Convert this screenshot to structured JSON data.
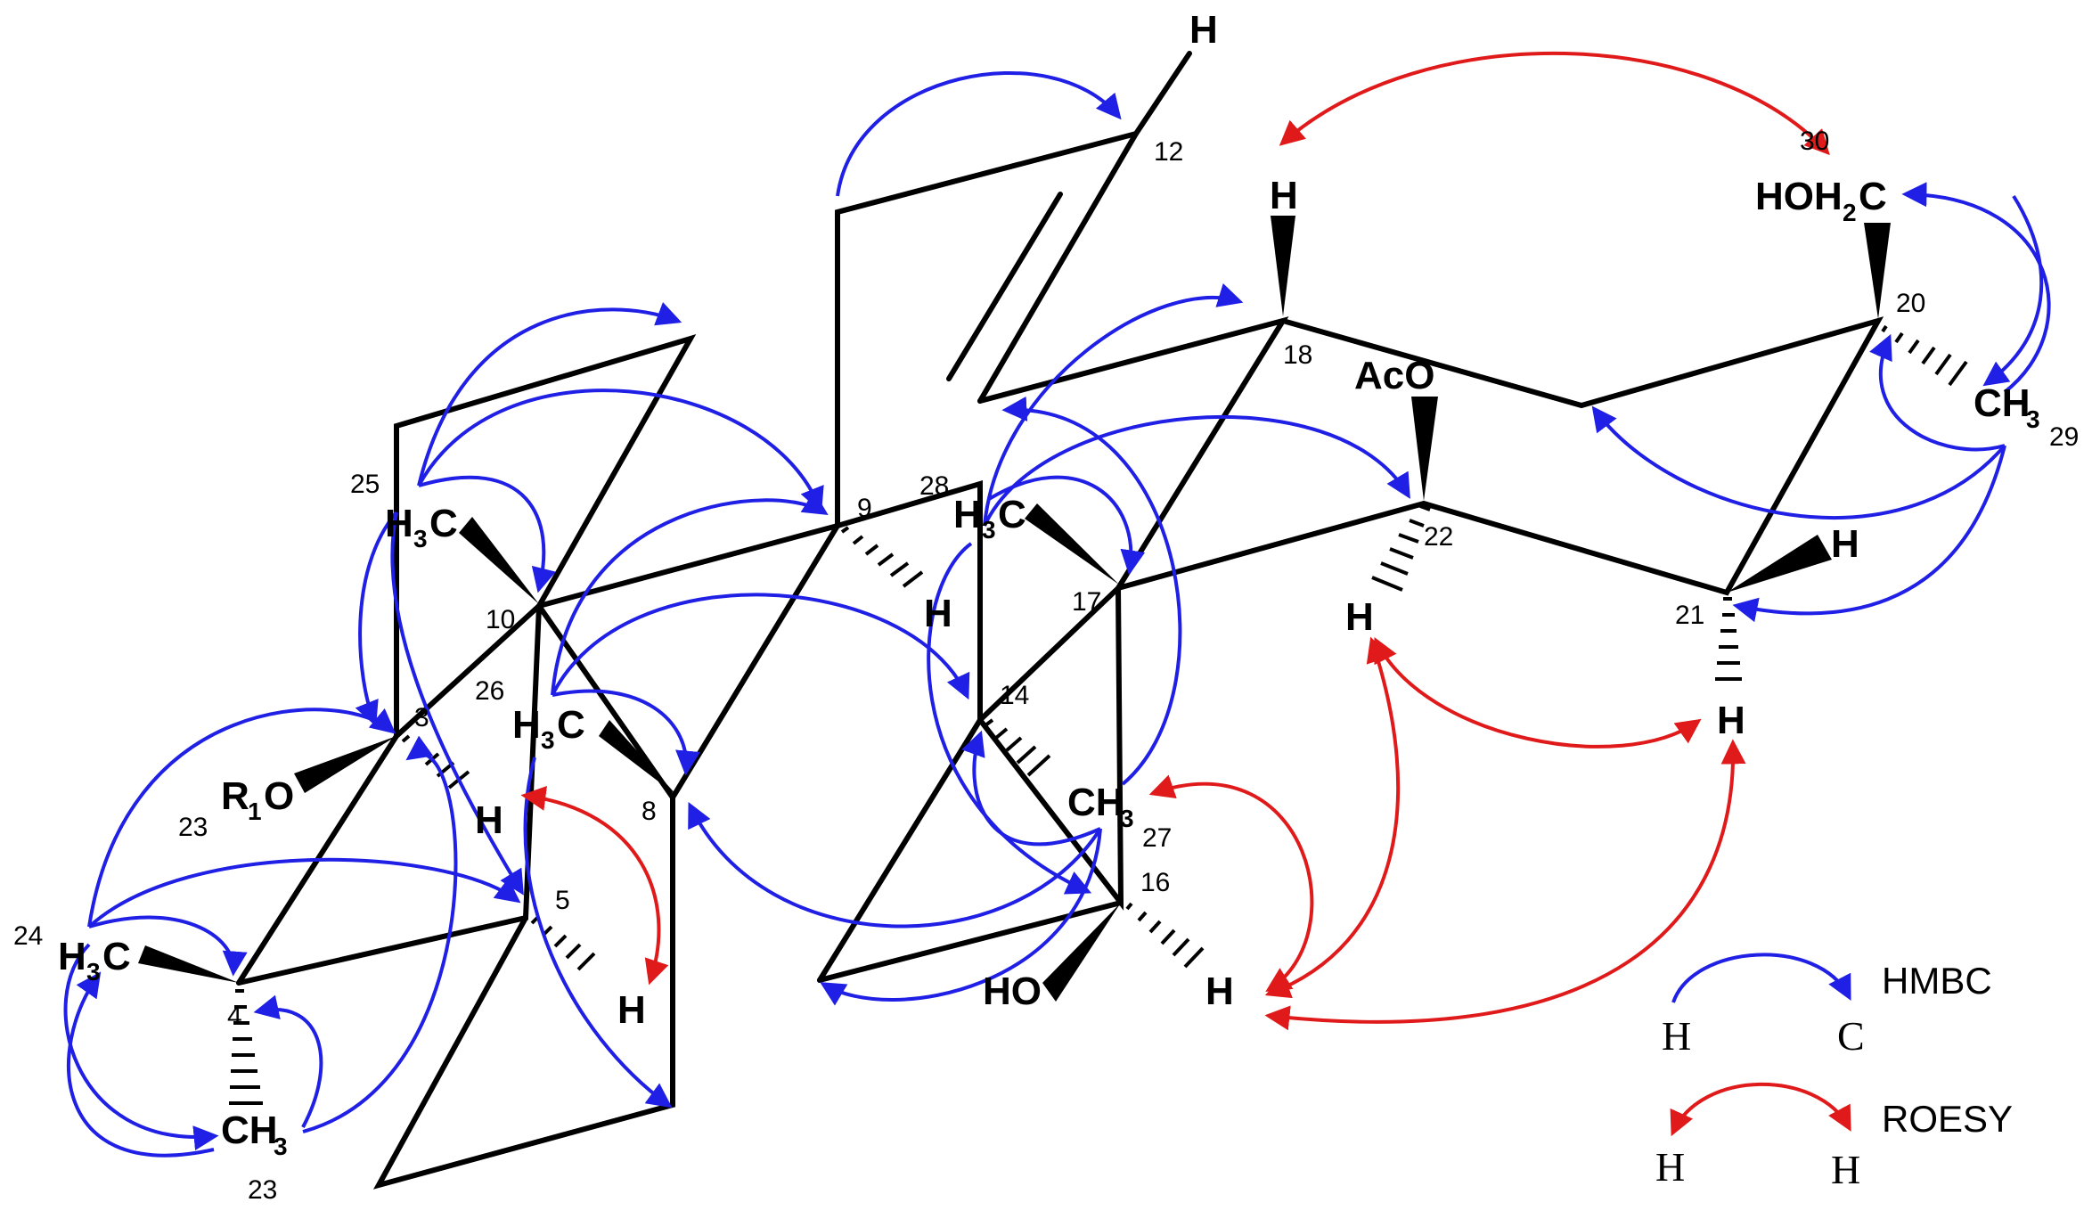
{
  "labels": {
    "h_top": "H",
    "h_18": "H",
    "hoh2c": "HOH",
    "hoh2c_sub": "2",
    "hoh2c_c": "C",
    "aco": "AcO",
    "ch3_29": "CH",
    "ch3_29_sub": "3",
    "h_21": "H",
    "h_22": "H",
    "h_21b": "H",
    "h3c_25": "H",
    "h3c_25_sub": "3",
    "h3c_25_c": "C",
    "h_9": "H",
    "h3c_28": "H",
    "h3c_28_sub": "3",
    "h3c_28_c": "C",
    "h3c_26": "H",
    "h3c_26_sub": "3",
    "h3c_26_c": "C",
    "r1o": "R",
    "r1o_sub": "1",
    "r1o_o": "O",
    "h_3": "H",
    "ch3_27": "CH",
    "ch3_27_sub": "3",
    "h_5": "H",
    "ho_16": "HO",
    "h_16": "H",
    "h3c_24": "H",
    "h3c_24_sub": "3",
    "h3c_24_c": "C",
    "ch3_23": "CH",
    "ch3_23_sub": "3"
  },
  "numbers": {
    "n12": "12",
    "n30": "30",
    "n20": "20",
    "n18": "18",
    "n22": "22",
    "n29": "29",
    "n21": "21",
    "n25": "25",
    "n9": "9",
    "n28": "28",
    "n10": "10",
    "n17": "17",
    "n26": "26",
    "n14": "14",
    "n3": "3",
    "n8": "8",
    "n23a": "23",
    "n27": "27",
    "n16": "16",
    "n5": "5",
    "n24": "24",
    "n4": "4",
    "n23b": "23"
  },
  "legend": {
    "hmbc_label": "HMBC",
    "hmbc_from": "H",
    "hmbc_to": "C",
    "roesy_label": "ROESY",
    "roesy_from": "H",
    "roesy_to": "H"
  },
  "colors": {
    "hmbc": "#1f1fe6",
    "roesy": "#e01a1a",
    "bond": "#000000"
  }
}
